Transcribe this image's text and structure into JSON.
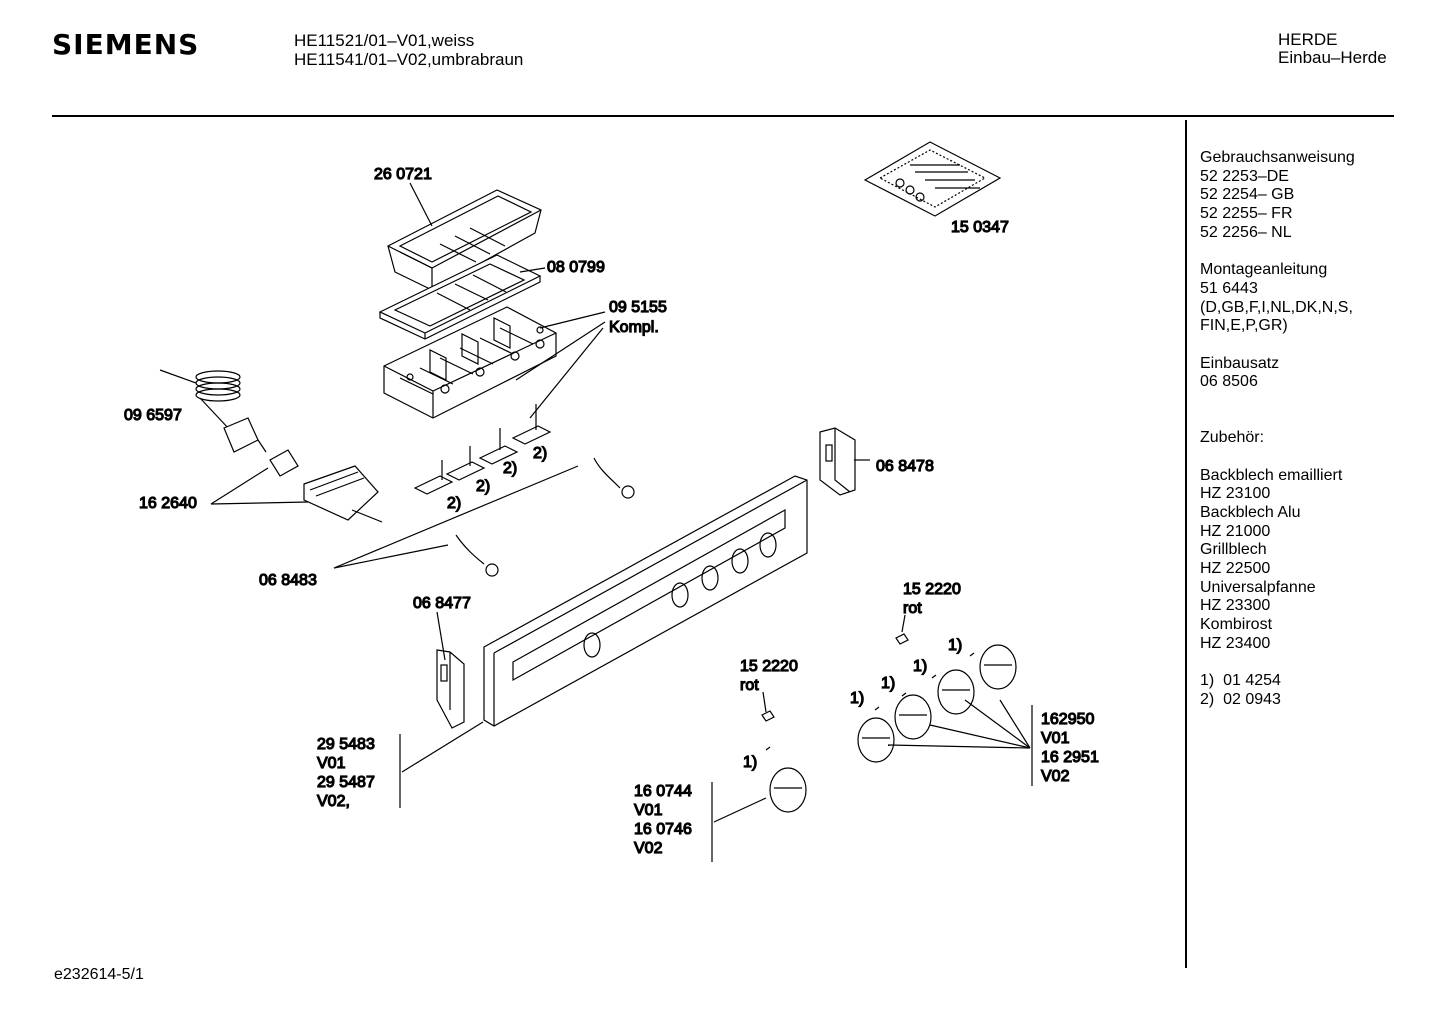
{
  "header": {
    "brand": "SIEMENS",
    "model_1": "HE11521/01–V01,weiss",
    "model_2": "HE11541/01–V02,umbrabraun",
    "category_1": "HERDE",
    "category_2": "Einbau–Herde"
  },
  "sidebar": {
    "manual_title": "Gebrauchsanweisung",
    "manuals": [
      "52 2253–DE",
      "52 2254– GB",
      "52 2255– FR",
      "52 2256– NL"
    ],
    "install_title": "Montageanleitung",
    "install_number": "51 6443",
    "install_langs_1": "(D,GB,F,I,NL,DK,N,S,",
    "install_langs_2": "FIN,E,P,GR)",
    "kit_title": "Einbausatz",
    "kit_number": "06 8506",
    "accessories_title": "Zubehör:",
    "accessories": [
      {
        "name": "Backblech emailliert",
        "code": "HZ 23100"
      },
      {
        "name": "Backblech Alu",
        "code": "HZ 21000"
      },
      {
        "name": "Grillblech",
        "code": "HZ 22500"
      },
      {
        "name": "Universalpfanne",
        "code": "HZ 23300"
      },
      {
        "name": "Kombirost",
        "code": "HZ 23400"
      }
    ],
    "footnotes": [
      "1)  01 4254",
      "2)  02 0943"
    ]
  },
  "parts": {
    "p260721": "26 0721",
    "p080799": "08 0799",
    "p095155": "09 5155",
    "p095155_note": "Kompl.",
    "p150347": "15 0347",
    "p096597": "09 6597",
    "p162640": "16 2640",
    "p068483": "06 8483",
    "p068478": "06 8478",
    "p068477": "06 8477",
    "p152220a": "15 2220",
    "p152220a_note": "rot",
    "p152220b": "15 2220",
    "p152220b_note": "rot",
    "p295483": "29 5483",
    "p295483_v": "V01",
    "p295487": "29 5487",
    "p295487_v": "V02,",
    "p160744": "16 0744",
    "p160744_v": "V01",
    "p160746": "16 0746",
    "p160746_v": "V02",
    "p162950": "162950",
    "p162950_v": "V01",
    "p162951": "16 2951",
    "p162951_v": "V02",
    "ref_1": "1)",
    "ref_2": "2)"
  },
  "footer": {
    "code": "e232614-5/1"
  }
}
